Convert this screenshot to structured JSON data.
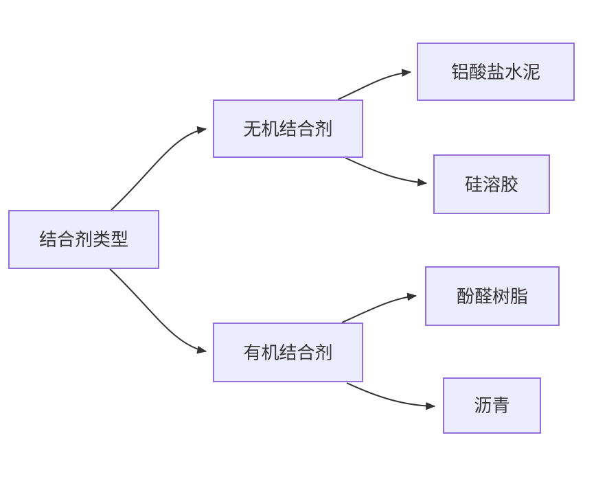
{
  "diagram": {
    "type": "flowchart",
    "direction": "left-to-right",
    "title": "",
    "colors": {
      "background": "#ffffff",
      "node_fill": "#ECECFF",
      "node_border": "#9370DB",
      "edge": "#333333",
      "text": "#333333"
    },
    "nodes": [
      {
        "id": "root",
        "label": "结合剂类型"
      },
      {
        "id": "inorganic",
        "label": "无机结合剂"
      },
      {
        "id": "organic",
        "label": "有机结合剂"
      },
      {
        "id": "aluminate",
        "label": "铝酸盐水泥"
      },
      {
        "id": "silica",
        "label": "硅溶胶"
      },
      {
        "id": "phenolic",
        "label": "酚醛树脂"
      },
      {
        "id": "asphalt",
        "label": "沥青"
      }
    ],
    "edges": [
      {
        "from": "结合剂类型",
        "to": "无机结合剂"
      },
      {
        "from": "结合剂类型",
        "to": "有机结合剂"
      },
      {
        "from": "无机结合剂",
        "to": "铝酸盐水泥"
      },
      {
        "from": "无机结合剂",
        "to": "硅溶胶"
      },
      {
        "from": "有机结合剂",
        "to": "酚醛树脂"
      },
      {
        "from": "有机结合剂",
        "to": "沥青"
      }
    ]
  }
}
